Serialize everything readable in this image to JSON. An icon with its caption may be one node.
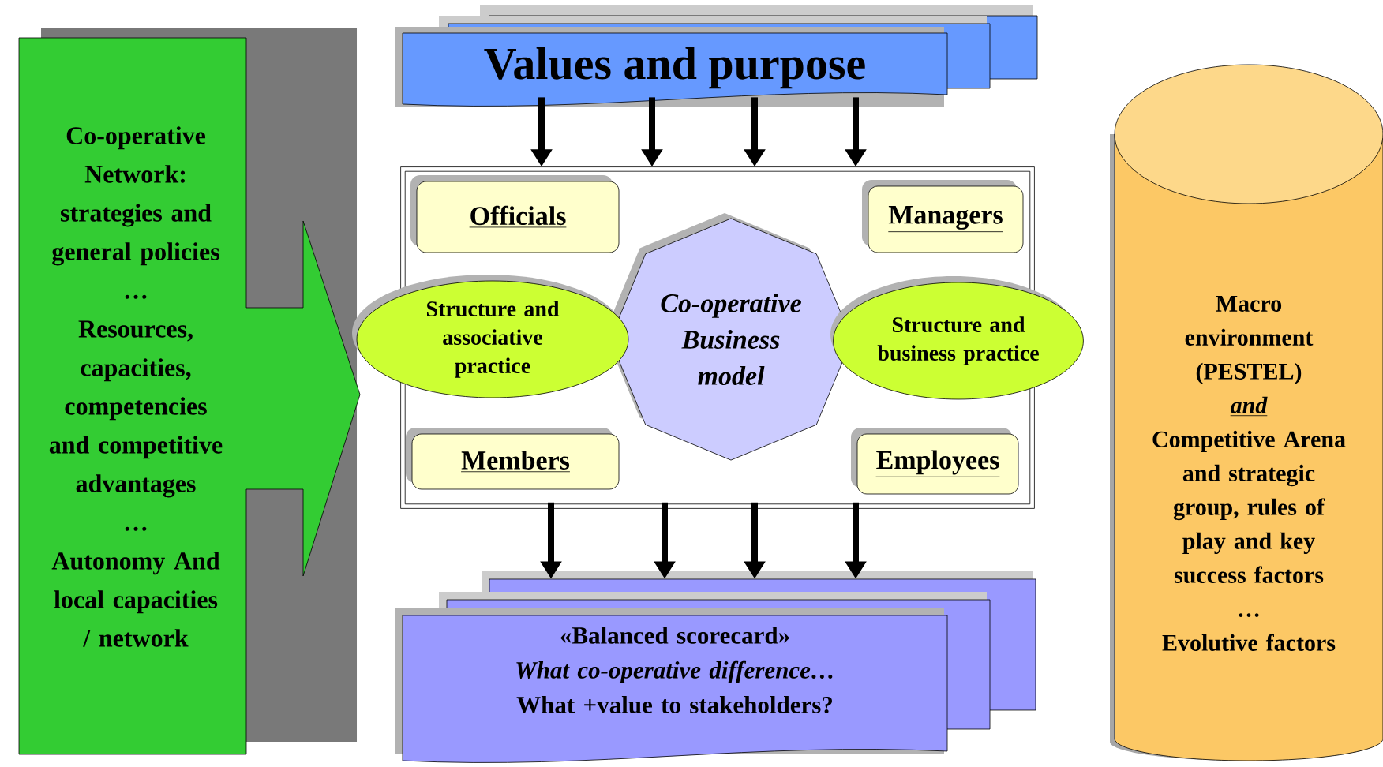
{
  "diagram": {
    "nodes": [
      {
        "text": [
          "Co-operative Network: strategies and general policies",
          "…",
          "Resources, capacities, competencies and competitive advantages",
          "…",
          "Autonomy And local capacities / network"
        ]
      },
      {
        "text": [
          "Values and purpose"
        ]
      },
      {
        "text": [],
        "shape": "box"
      },
      {
        "text": [
          "Officials"
        ],
        "in": 2
      },
      {
        "text": [
          "Managers"
        ],
        "in": 2
      },
      {
        "text": [
          "Structure and associative practice"
        ]
      },
      {
        "text": [
          "Co-operative Business model"
        ],
        "in": 2
      },
      {
        "text": [
          "Structure and business practice"
        ]
      },
      {
        "text": [
          "Members"
        ],
        "in": 2
      },
      {
        "text": [
          "Employees"
        ],
        "in": 2
      },
      {
        "text": [
          "«Balanced scorecard»",
          "What co-operative difference…",
          "What +value to stakeholders?"
        ]
      },
      {
        "text": [
          "Macro environment (PESTEL)",
          "and",
          "Competitive Arena and strategic group, rules of play and key success factors",
          "…",
          "Evolutive factors"
        ]
      }
    ],
    "edges": [
      {
        "from": 1,
        "to": 2,
        "arrow": "to"
      },
      {
        "from": 1,
        "to": 2,
        "arrow": "to"
      },
      {
        "from": 1,
        "to": 2,
        "arrow": "to"
      },
      {
        "from": 1,
        "to": 2,
        "arrow": "to"
      },
      {
        "from": 2,
        "to": 10,
        "arrow": "to"
      },
      {
        "from": 2,
        "to": 10,
        "arrow": "to"
      },
      {
        "from": 2,
        "to": 10,
        "arrow": "to"
      },
      {
        "from": 2,
        "to": 10,
        "arrow": "to"
      }
    ]
  }
}
